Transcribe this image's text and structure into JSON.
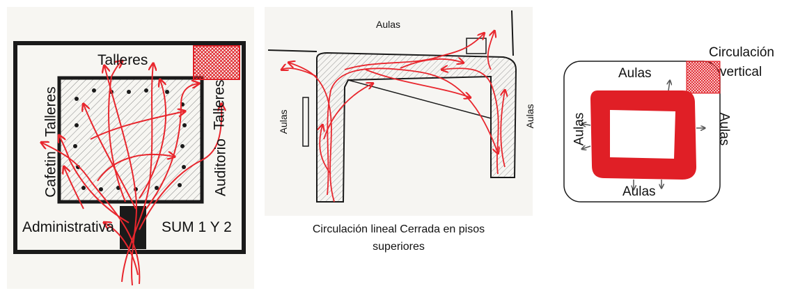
{
  "panel1": {
    "talleres_top": "Talleres",
    "talleres_left": "Talleres",
    "cafetin": "Cafetin",
    "auditorio": "Auditorio",
    "talleres_right": "Talleres",
    "administrativa": "Administrativa",
    "sum": "SUM 1 Y 2"
  },
  "panel2": {
    "aulas_top": "Aulas",
    "aulas_left": "Aulas",
    "aulas_right": "Aulas",
    "caption_line1": "Circulación lineal Cerrada en pisos",
    "caption_line2": "superiores"
  },
  "panel3": {
    "circulacion": "Circulación",
    "vertical": "vertical",
    "aulas_top": "Aulas",
    "aulas_left": "Aulas",
    "aulas_right": "Aulas",
    "aulas_bottom": "Aulas"
  },
  "colors": {
    "ink": "#1a1a1a",
    "arrow_red": "#e8262d",
    "fill_red": "#e01f26",
    "hatch": "#777777"
  }
}
